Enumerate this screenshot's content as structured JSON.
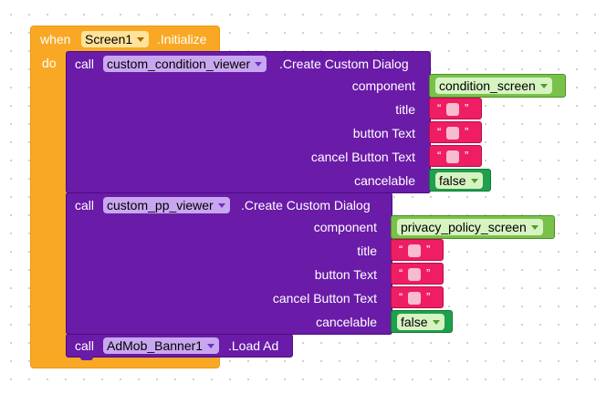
{
  "event": {
    "when_label": "when",
    "component": "Screen1",
    "event_name": ".Initialize",
    "do_label": "do"
  },
  "calls": [
    {
      "call_label": "call",
      "component": "custom_condition_viewer",
      "method": ".Create Custom Dialog",
      "params": {
        "component_label": "component",
        "component_value": "condition_screen",
        "title_label": "title",
        "button_text_label": "button Text",
        "cancel_button_text_label": "cancel Button Text",
        "cancelable_label": "cancelable",
        "cancelable_value": "false"
      }
    },
    {
      "call_label": "call",
      "component": "custom_pp_viewer",
      "method": ".Create Custom Dialog",
      "params": {
        "component_label": "component",
        "component_value": "privacy_policy_screen",
        "title_label": "title",
        "button_text_label": "button Text",
        "cancel_button_text_label": "cancel Button Text",
        "cancelable_label": "cancelable",
        "cancelable_value": "false"
      }
    },
    {
      "call_label": "call",
      "component": "AdMob_Banner1",
      "method": ".Load Ad"
    }
  ],
  "string_block": {
    "open_quote": "“",
    "close_quote": "”"
  },
  "colors": {
    "event_block": "#f9a825",
    "call_block": "#6a1ba8",
    "component_block": "#79c24a",
    "logic_block": "#1fa04c",
    "text_block": "#ef1d63"
  }
}
